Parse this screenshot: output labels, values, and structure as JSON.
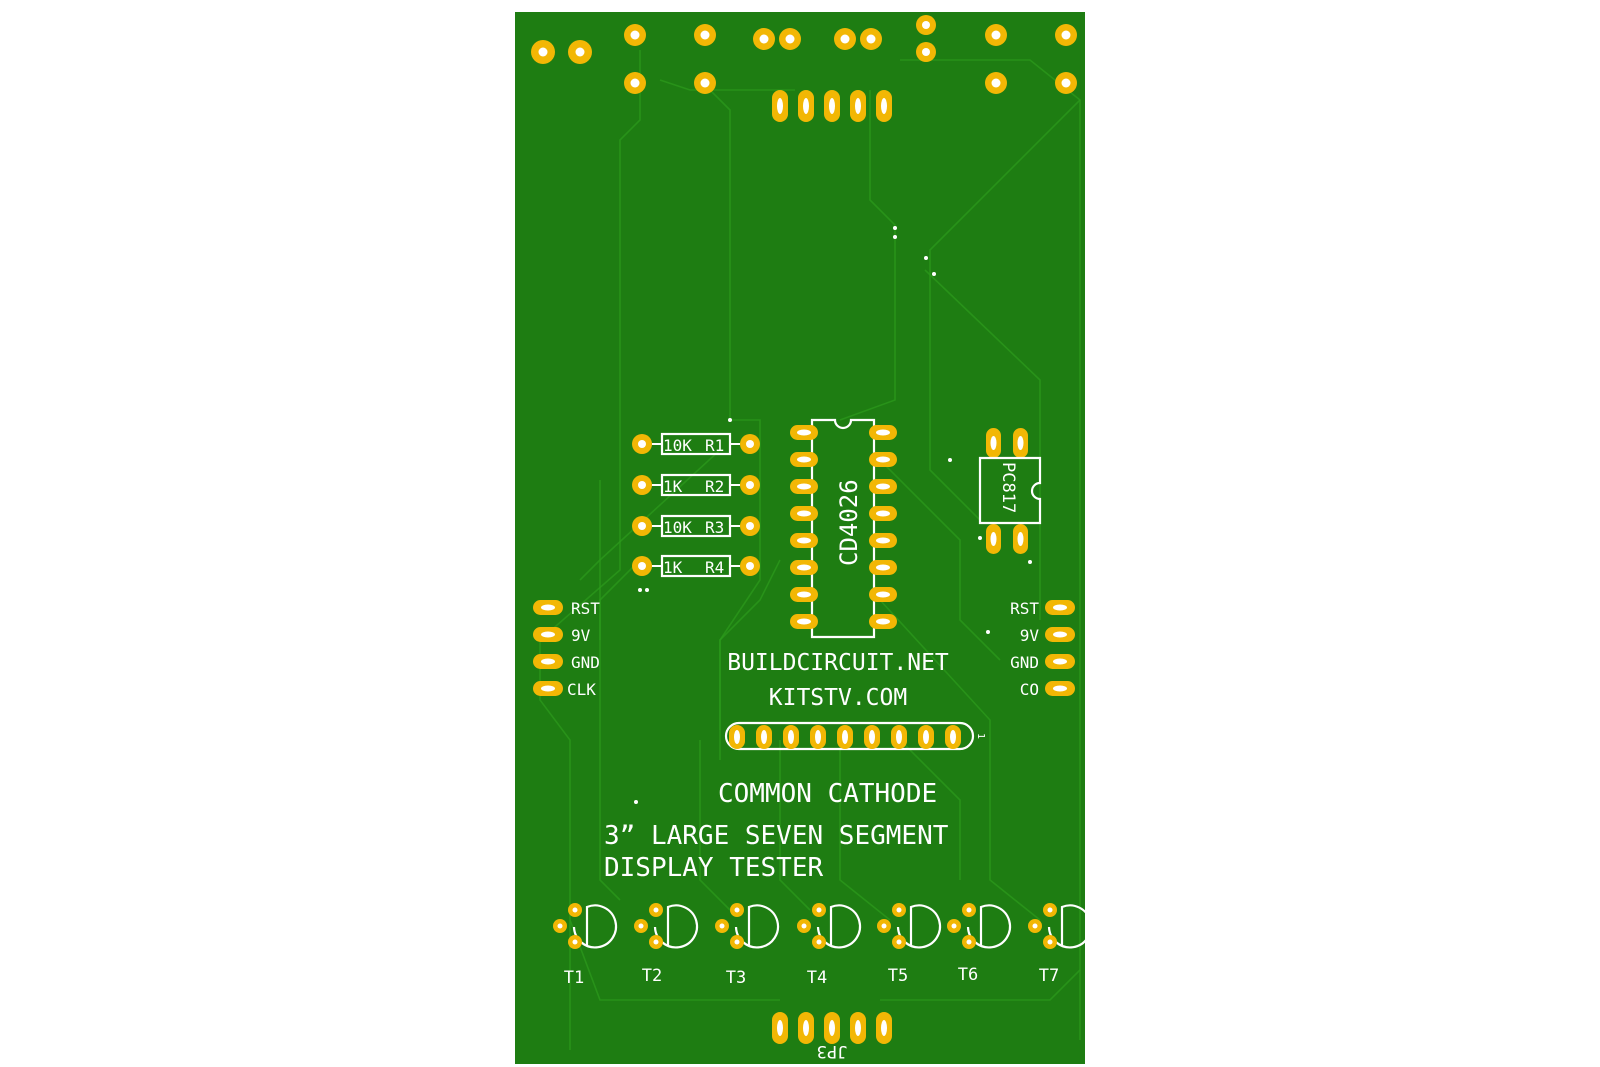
{
  "board": {
    "color": "#1e7d12",
    "copper_color": "#f2b705",
    "silk_color": "#ffffff"
  },
  "ic": {
    "label": "CD4026"
  },
  "optocoupler": {
    "label": "PC817"
  },
  "resistors": [
    {
      "value": "10K",
      "ref": "R1"
    },
    {
      "value": "1K",
      "ref": "R2"
    },
    {
      "value": "10K",
      "ref": "R3"
    },
    {
      "value": "1K",
      "ref": "R4"
    }
  ],
  "left_header": [
    "RST",
    "9V",
    "GND",
    "CLK"
  ],
  "right_header": [
    "RST",
    "9V",
    "GND",
    "CO"
  ],
  "branding": {
    "line1": "BUILDCIRCUIT.NET",
    "line2": "KITSTV.COM"
  },
  "header_pin1_mark": "1",
  "title": {
    "line1": "COMMON CATHODE",
    "line2": "3” LARGE SEVEN SEGMENT",
    "line3": "DISPLAY TESTER"
  },
  "transistors": [
    "T1",
    "T2",
    "T3",
    "T4",
    "T5",
    "T6",
    "T7"
  ],
  "bottom_connector": {
    "label": "JP3"
  }
}
